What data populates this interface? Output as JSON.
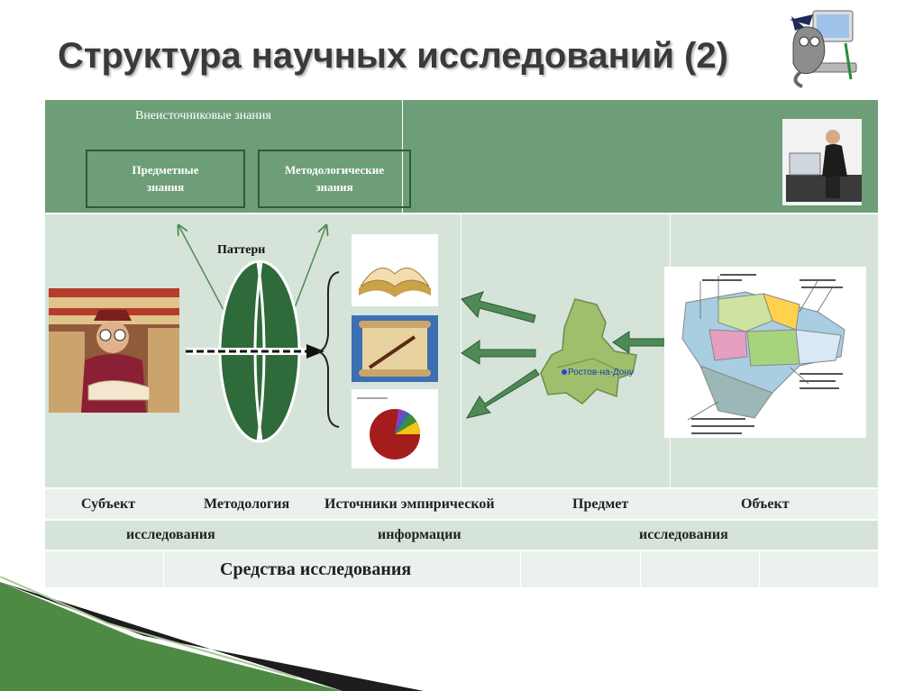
{
  "slide": {
    "title": "Структура научных исследований (2)"
  },
  "top": {
    "extra_source_knowledge": "Внеисточниковые  знания",
    "subject_knowledge_line1": "Предметные",
    "subject_knowledge_line2": "знания",
    "method_knowledge_line1": "Методологические",
    "method_knowledge_line2": "знания"
  },
  "diagram": {
    "pattern_label": "Паттерн",
    "map_city_label": "Ростов-на-Дону"
  },
  "labels": {
    "row1": [
      "Субъект",
      "Методология",
      "Источники эмпирической",
      "Предмет",
      "Объект"
    ],
    "row2": [
      "исследования",
      "информации",
      "исследования"
    ],
    "means": "Средства исследования"
  },
  "colors": {
    "accent_green": "#6e9e77",
    "dark_green": "#2f5a34",
    "light_green": "#d6e3d8",
    "arrow_green": "#4e8a55"
  }
}
